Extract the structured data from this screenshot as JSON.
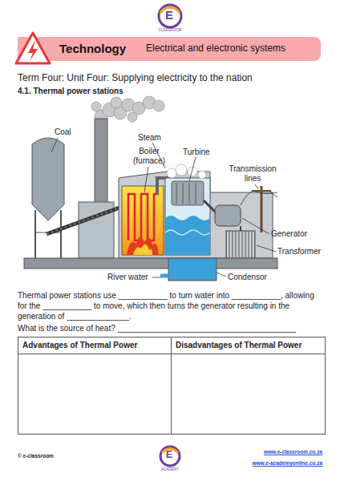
{
  "diagram": {
    "title": "Term Four: Unit Four: Supplying electricity to the nation",
    "nodes": [
      {
        "text": [
          "Technology",
          "Electrical and electronic systems"
        ]
      },
      {
        "text": [
          "Advantages of Thermal Power"
        ]
      },
      {
        "text": [
          "Disadvantages of Thermal Power"
        ]
      }
    ],
    "labels": [
      "E",
      "CLASSROOM",
      "4.1. Thermal power stations",
      "Coal",
      "Steam",
      "Boiler (furnace)",
      "Turbine",
      "Transmission lines",
      "Generator",
      "Transformer",
      "River water",
      "Condensor",
      "Thermal power stations use ___________ to turn water into ___________, allowing for the ___________ to move, which then turns the generator resulting in the generation of ______________.",
      "What is the source of heat? ________________________________________",
      "© e-classroom",
      "E",
      "ACADEMY",
      "www.e-classroom.co.za",
      "www.e-academyonline.co.za"
    ]
  }
}
